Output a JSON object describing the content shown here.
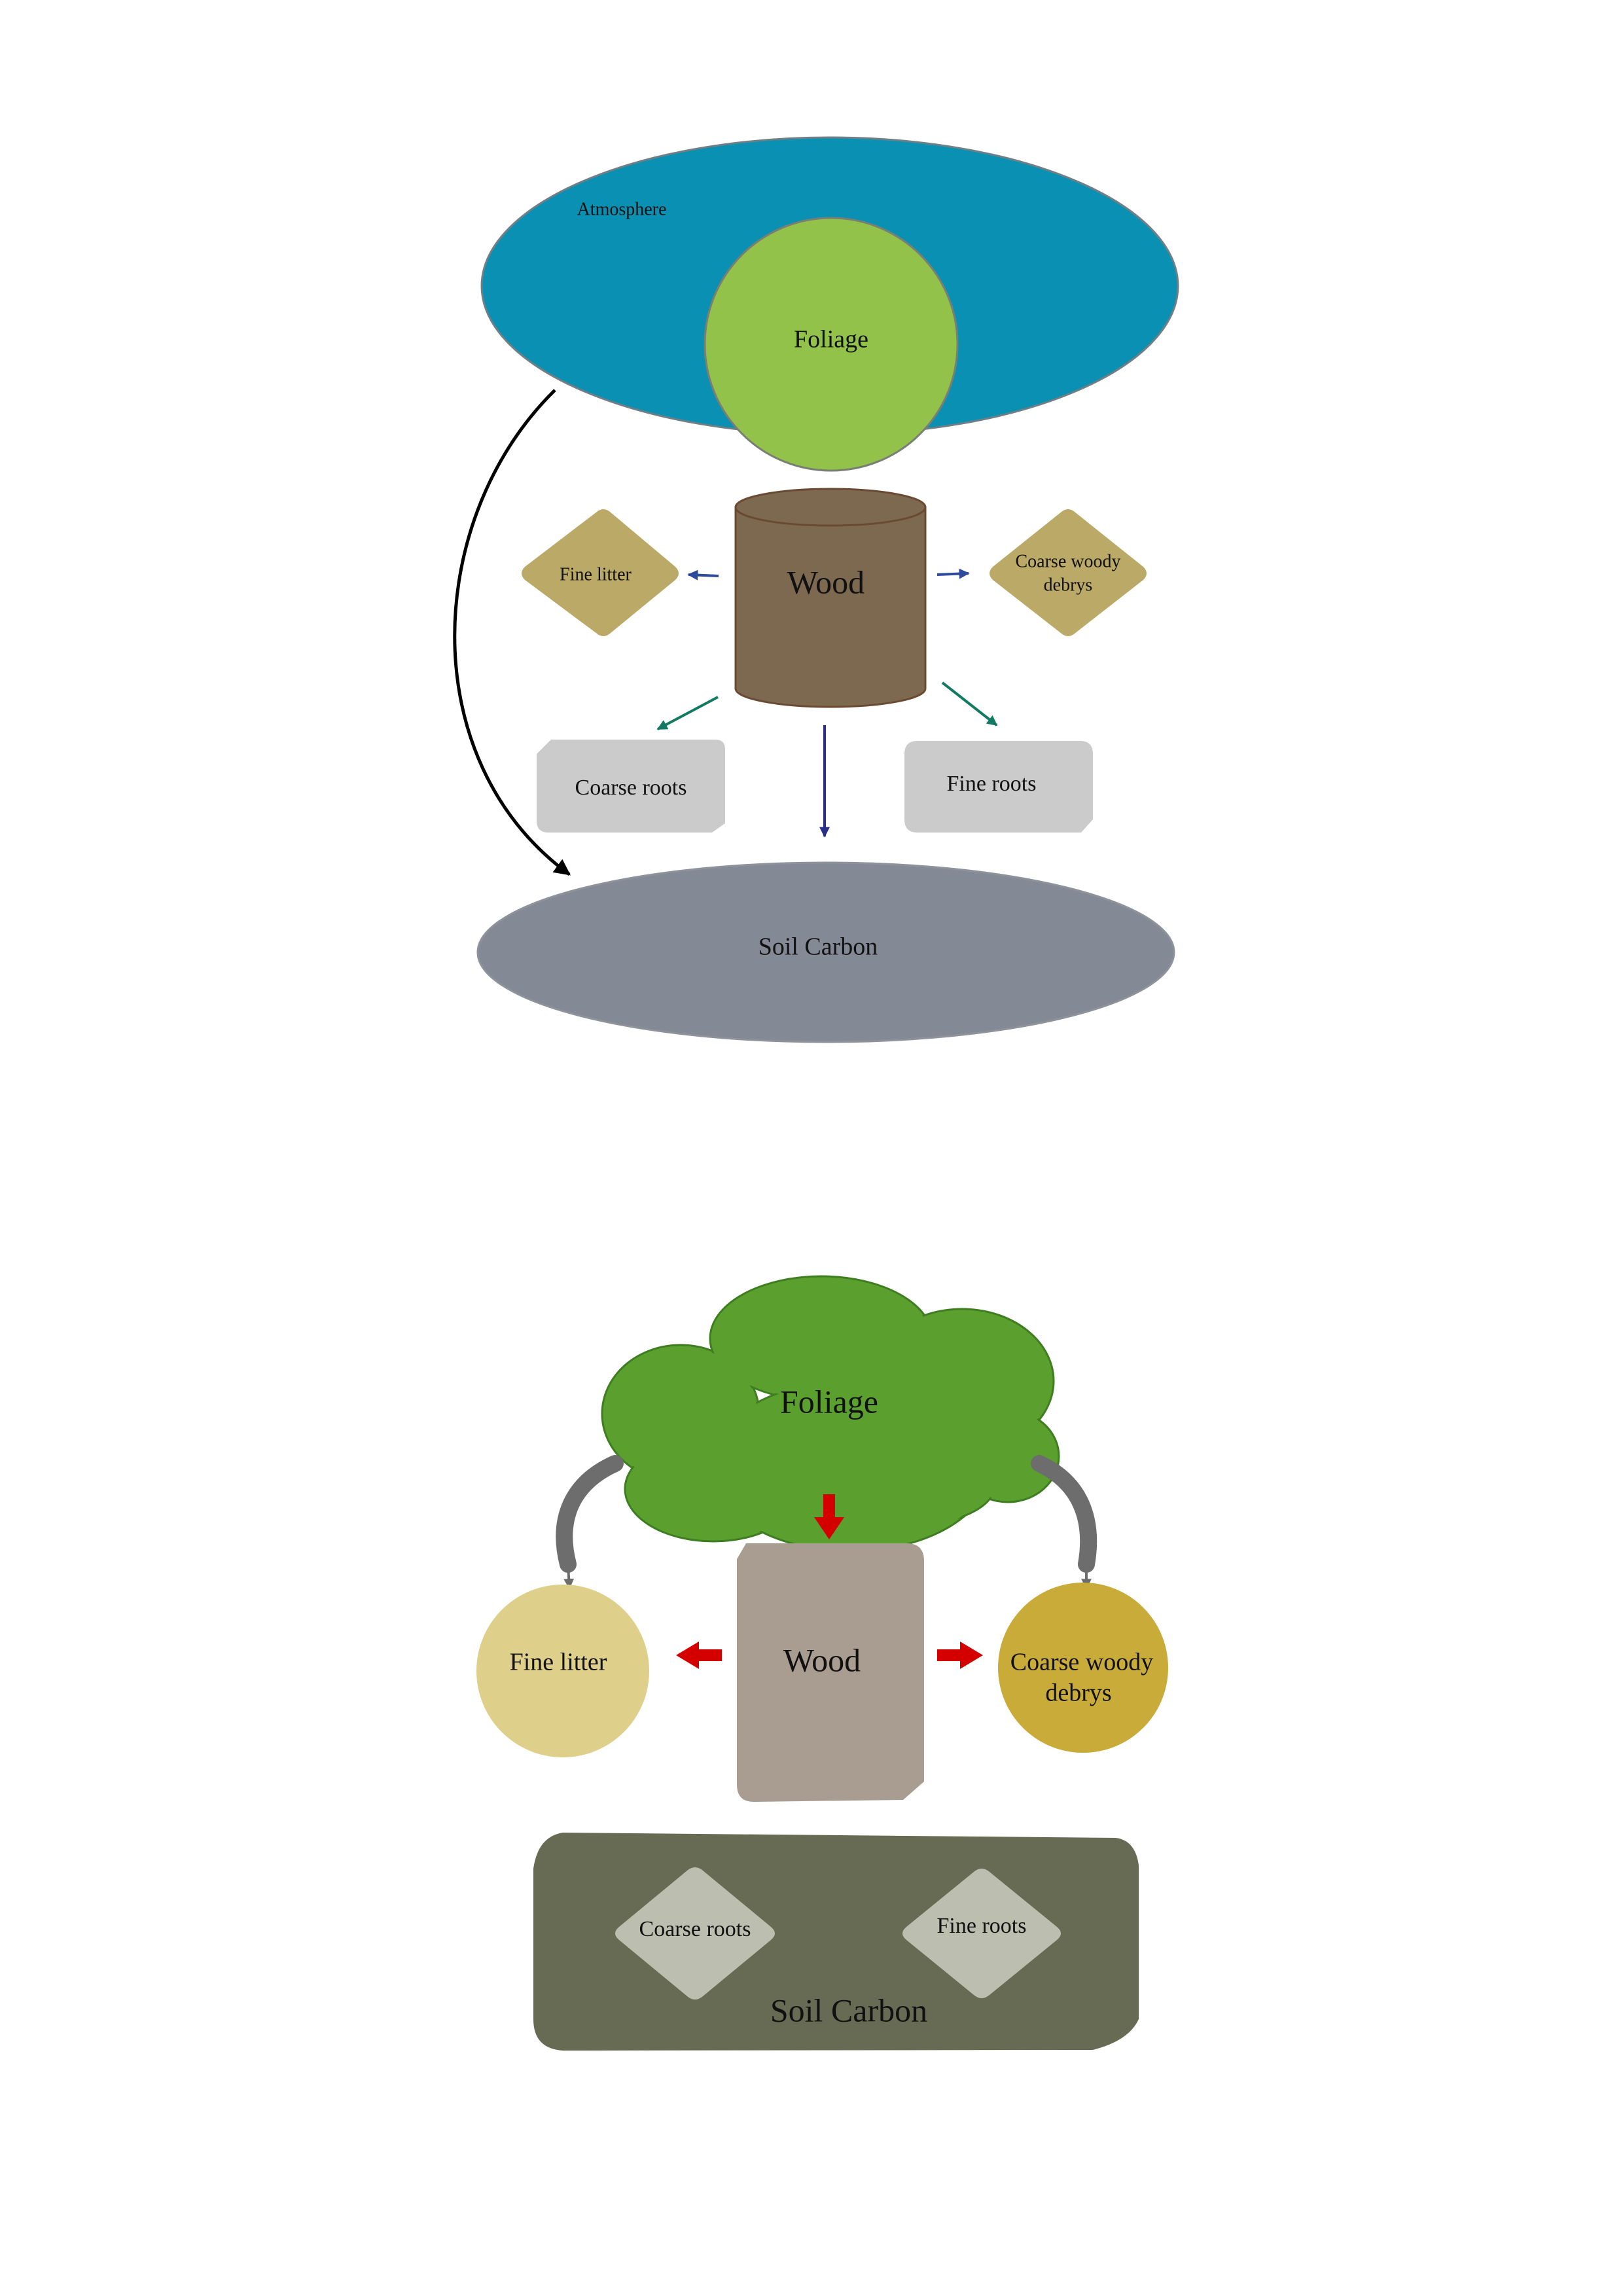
{
  "diagram_1": {
    "atmosphere": "Atmosphere",
    "foliage": "Foliage",
    "wood": "Wood",
    "fine_litter": "Fine litter",
    "coarse_woody_debrys": [
      "Coarse woody",
      "debrys"
    ],
    "coarse_roots": "Coarse roots",
    "fine_roots": "Fine roots",
    "soil_carbon": "Soil Carbon"
  },
  "diagram_2": {
    "foliage": "Foliage",
    "wood": "Wood",
    "fine_litter": "Fine litter",
    "coarse_woody_debrys": [
      "Coarse woody",
      "debrys"
    ],
    "coarse_roots": "Coarse roots",
    "fine_roots": "Fine roots",
    "soil_carbon": "Soil Carbon"
  },
  "colors": {
    "atmosphere": "#0a90b2",
    "foliage_circle": "#93c24b",
    "wood_cylinder": "#7d6850",
    "litter_diamond": "#bba967",
    "roots_box": "#cbcbcb",
    "soil_ellipse": "#838995",
    "foliage_cloud": "#5ba02f",
    "wood_box_2": "#a99c90",
    "fine_litter_circle": "#decf8a",
    "coarse_debris_circle": "#c8ab38",
    "soil_box_2": "#686b53",
    "roots_diamond_2": "#bcbfb0",
    "arrow_red": "#d40000",
    "arrow_grey": "#6d6d6d",
    "arrow_blue": "#2e4a9a",
    "arrow_teal": "#127a62",
    "arrow_navy": "#2a2f8a"
  }
}
